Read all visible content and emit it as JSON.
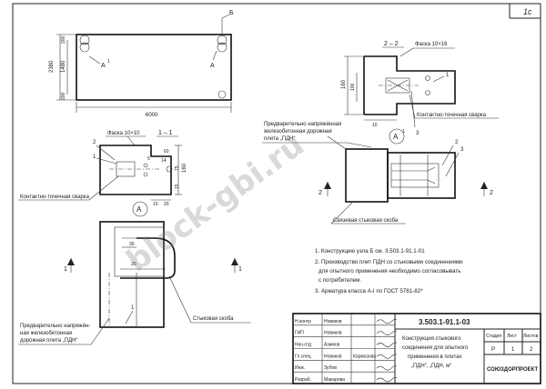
{
  "sheet": {
    "sheet_number": "1с"
  },
  "plan_view": {
    "dim_width": "6000",
    "dim_height": "2380",
    "dim_inner": "1480",
    "dim_left_top": "200",
    "dim_left_bottom": "200",
    "mark_b": "Б",
    "mark_a": "А",
    "mark_a1": "А"
  },
  "section_11": {
    "title": "1 – 1",
    "chamfer": "Фаска 10×10",
    "callout_2": "2",
    "callout_1": "1",
    "welding_note": "Контактно-точечная сварка",
    "dim_60": "60",
    "dim_14": "14",
    "dim_5": "5",
    "dim_10": "10",
    "dim_160": "160",
    "dim_75": "75",
    "dim_15": "15",
    "dim_20": "20"
  },
  "section_22": {
    "title": "2 – 2",
    "chamfer": "Фаска 10×16",
    "dim_160": "160",
    "dim_100": "100",
    "dim_10": "10",
    "callout_1": "1",
    "callout_3": "3",
    "welding_note": "Контактно-точечная сварка"
  },
  "plate_note": {
    "line1": "Предварительно напряжённая",
    "line2": "железобетонная дорожная",
    "line3": "плита „ПДН“"
  },
  "node_a": {
    "label": "А",
    "cut_left": "2",
    "cut_right": "2",
    "callout_2": "2",
    "callout_3": "3",
    "bracket_note": "Связевая стыковая скоба"
  },
  "node_a_lower": {
    "label": "А",
    "cut_left": "1",
    "cut_right": "1",
    "dim_30": "30",
    "dim_20": "20",
    "callout_1": "1",
    "plate_line1": "Предварительно напряжён-",
    "plate_line2": "ная железобетонная",
    "plate_line3": "дорожная плита „ПДН“",
    "bracket_note": "Стыковая скоба"
  },
  "notes": [
    "1. Конструкцию узла  Б  см. 3.503.1-91.1-01",
    "2. Производство плит ПДН со стыковыми соединениями",
    "для опытного применения необходимо согласовывать",
    "с потребителем.",
    "3. Арматура  класса  А-I  по  ГОСТ 5781-82*"
  ],
  "title_block": {
    "code": "3.503.1-91.1-03",
    "title_line1": "Конструкция стыкового",
    "title_line2": "соединения для опытного",
    "title_line3": "применения в плитах",
    "title_line4": "„ПДН“, „ПДН, м“",
    "stage_header": "Стадия",
    "sheet_header": "Лист",
    "sheets_header": "Листов",
    "stage_value": "Р",
    "sheet_value": "1",
    "sheets_value": "2",
    "org": "СОЮЗДОРПРОЕКТ",
    "roles": [
      "Н.контр",
      "ГИП",
      "Нач.отд",
      "Гл.спец",
      "Инж.",
      "Разраб."
    ],
    "names": [
      "Новиков",
      "Новиков",
      "Азимов",
      "Новиков",
      "Зубов",
      "Макарова"
    ],
    "extra": [
      "",
      "",
      "",
      "Кармазова",
      "",
      ""
    ]
  },
  "watermark": "block-gbi.ru"
}
